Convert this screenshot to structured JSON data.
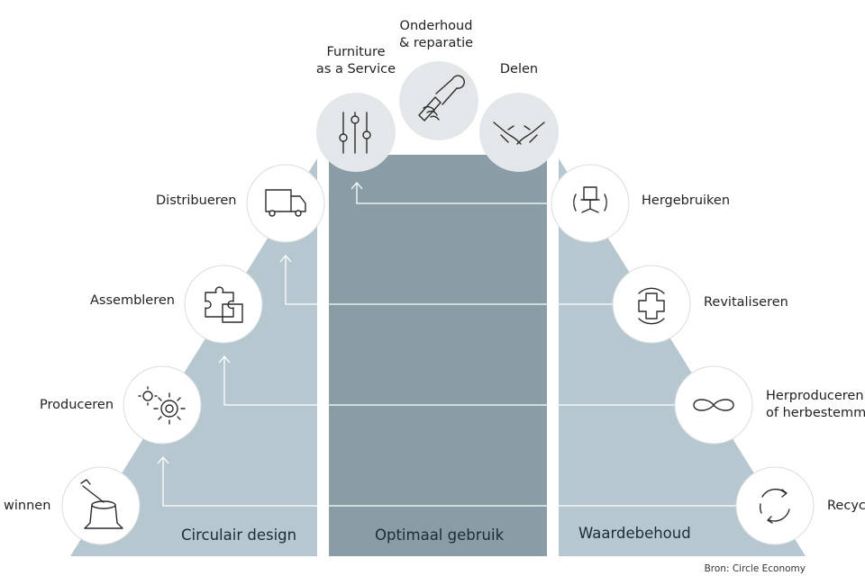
{
  "sections": {
    "design": "Circulair design",
    "usage": "Optimaal gebruik",
    "retention": "Waardebehoud"
  },
  "left_steps": [
    {
      "label": "winnen",
      "icon": "tree-stump-axe-icon"
    },
    {
      "label": "Produceren",
      "icon": "gears-icon"
    },
    {
      "label": "Assembleren",
      "icon": "puzzle-icon"
    },
    {
      "label": "Distribueren",
      "icon": "truck-icon"
    }
  ],
  "top_steps": [
    {
      "label_lines": [
        "Furniture",
        "as a Service"
      ],
      "icon": "sliders-icon"
    },
    {
      "label_lines": [
        "Onderhoud",
        "& reparatie"
      ],
      "icon": "wrench-hand-icon"
    },
    {
      "label_lines": [
        "Delen"
      ],
      "icon": "hands-icon"
    }
  ],
  "right_steps": [
    {
      "label_lines": [
        "Hergebruiken"
      ],
      "icon": "office-chair-icon"
    },
    {
      "label_lines": [
        "Revitaliseren"
      ],
      "icon": "medical-cross-icon"
    },
    {
      "label_lines": [
        "Herproduceren",
        "of herbestemme"
      ],
      "icon": "infinity-icon"
    },
    {
      "label_lines": [
        "Recycl"
      ],
      "icon": "recycle-arrows-icon"
    }
  ],
  "credit": "Bron: Circle Economy",
  "colors": {
    "pyramid_light": "#b6c7d0",
    "pyramid_dark": "#8a9ca6",
    "top_circle": "#e4e7ea",
    "circle": "#ffffff"
  }
}
